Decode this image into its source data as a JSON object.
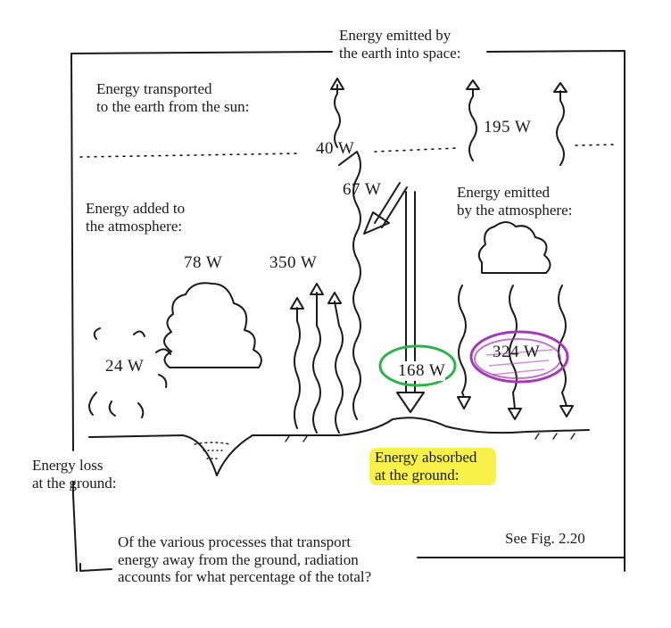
{
  "labels": {
    "emitted_to_space": [
      "Energy emitted by",
      "the earth into space:"
    ],
    "from_sun": [
      "Energy transported",
      "to the earth from the sun:"
    ],
    "added_to_atmosphere": [
      "Energy added to",
      "the atmosphere:"
    ],
    "emitted_by_atmosphere": [
      "Energy emitted",
      "by the atmosphere:"
    ],
    "loss_at_ground": [
      "Energy loss",
      "at the ground:"
    ],
    "absorbed_at_ground": [
      "Energy absorbed",
      "at the ground:"
    ],
    "see_fig": "See Fig. 2.20",
    "question": [
      "Of the various processes that transport",
      "energy away from the ground, radiation",
      "accounts for what percentage of the total?"
    ]
  },
  "values": {
    "space_40": "40 W",
    "space_195": "195 W",
    "solar_67": "67 W",
    "latent_78": "78 W",
    "ir_350": "350 W",
    "sensible_24": "24 W",
    "absorbed_168": "168 W",
    "back_324": "324 W"
  },
  "colors": {
    "ink": "#1a1a1a",
    "green_circle": "#2db34a",
    "purple_scribble": "#a23bb5",
    "highlight": "#f6ee2a"
  }
}
